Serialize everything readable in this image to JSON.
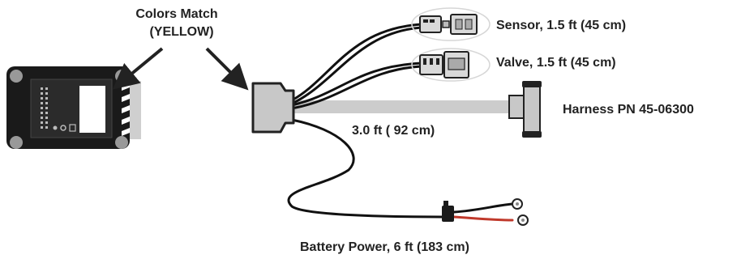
{
  "labels": {
    "colors_match_line1": "Colors Match",
    "colors_match_line2": "(YELLOW)",
    "sensor": "Sensor, 1.5  ft (45 cm)",
    "valve": "Valve, 1.5 ft (45 cm)",
    "harness": "Harness PN 45-06300",
    "main_length": "3.0 ft ( 92 cm)",
    "battery": "Battery Power, 6 ft  (183 cm)"
  },
  "colors": {
    "ink": "#222222",
    "module_body": "#1a1a1a",
    "harness_trunk": "#cccccc",
    "connector_body": "#c8c8c8",
    "wire_red": "#c0392b",
    "background": "#ffffff"
  },
  "icons": [
    "control-module",
    "harness-connector",
    "sensor-connector",
    "valve-connector",
    "tee-fitting",
    "battery-terminals"
  ]
}
